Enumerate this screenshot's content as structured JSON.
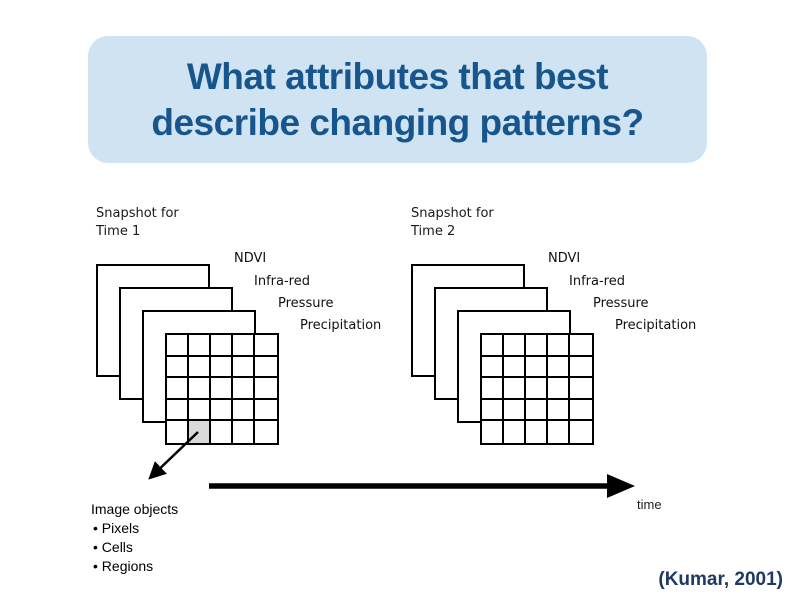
{
  "title": {
    "line1": "What attributes that best",
    "line2": "describe changing patterns?"
  },
  "stacks": [
    {
      "caption_line1": "Snapshot for",
      "caption_line2": "Time 1",
      "layers": [
        "NDVI",
        "Infra-red",
        "Pressure",
        "Precipitation"
      ],
      "highlighted_cell": true
    },
    {
      "caption_line1": "Snapshot for",
      "caption_line2": "Time 2",
      "layers": [
        "NDVI",
        "Infra-red",
        "Pressure",
        "Precipitation"
      ],
      "highlighted_cell": false
    }
  ],
  "timeline_label": "time",
  "image_objects": {
    "heading": "Image objects",
    "bullets": [
      "Pixels",
      "Cells",
      "Regions"
    ]
  },
  "citation": "(Kumar, 2001)",
  "colors": {
    "title_box_bg": "#D0E3F2",
    "title_text": "#17568C",
    "citation_text": "#1F3864",
    "highlight_cell": "#D9D9D9",
    "diagram_ink": "#000000"
  }
}
